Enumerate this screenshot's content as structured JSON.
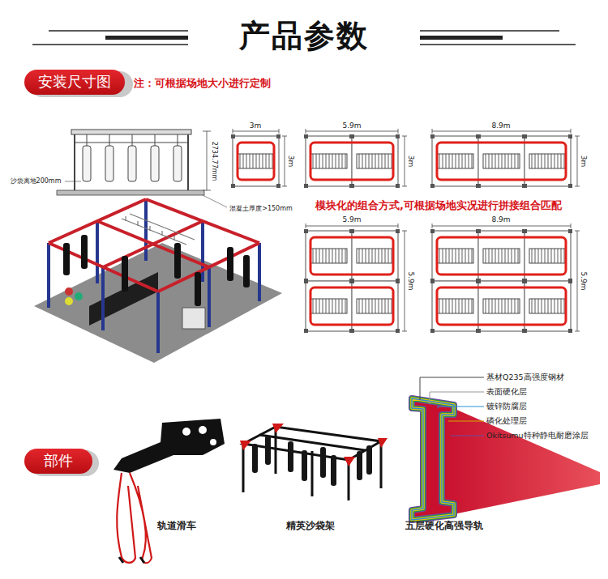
{
  "diagram": {
    "title": "产品参数",
    "nodes": [
      {
        "text": [
          "安装尺寸图"
        ]
      },
      {
        "text": [
          "部件"
        ]
      }
    ],
    "labels": [
      "注：可根据场地大小进行定制",
      "沙袋离地200mm",
      "2734.77mm",
      "混凝土厚度>150mm",
      "3m",
      "3m",
      "5.9m",
      "3m",
      "8.9m",
      "3m",
      "模块化的组合方式,可根据场地实况进行拼接组合匹配",
      "5.9m",
      "5.9m",
      "8.9m",
      "5.9m",
      "轨道滑车",
      "精英沙袋架",
      "五层硬化高强导轨",
      "基材Q235高强度钢材",
      "表面硬化层",
      "镀锌防腐层",
      "磷化处理层",
      "Okitsumu特种静电耐磨涂层"
    ]
  }
}
